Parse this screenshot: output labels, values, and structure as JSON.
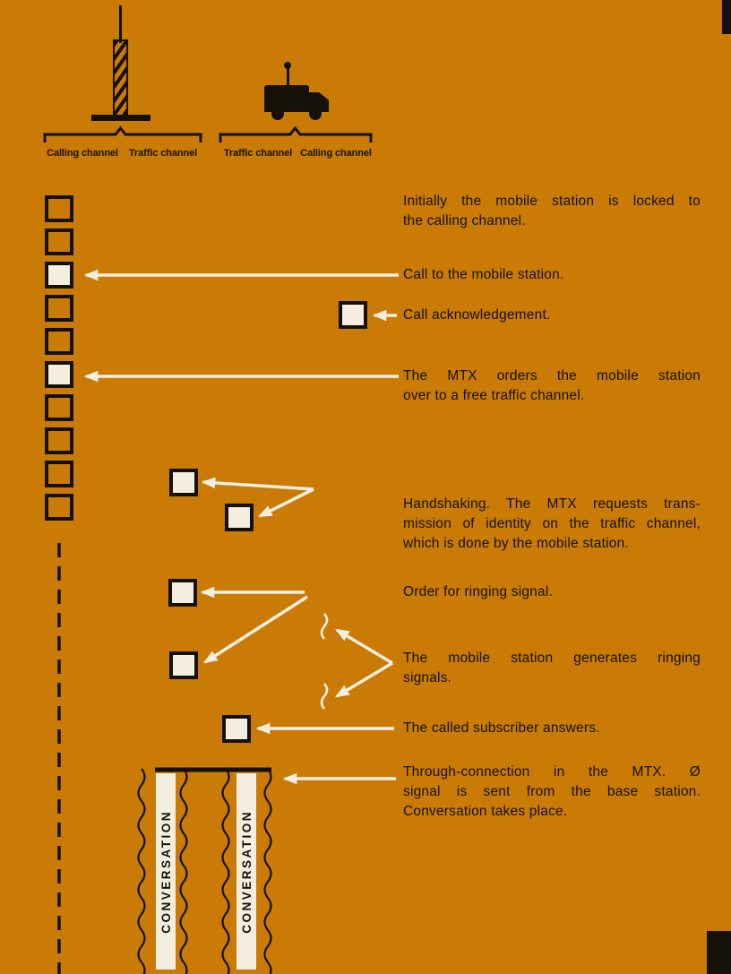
{
  "page": {
    "colors": {
      "bg": "#c97b06",
      "ink": "#15100a",
      "paper": "#f4eee0"
    }
  },
  "stations": {
    "base": {
      "channels": [
        "Calling channel",
        "Traffic channel"
      ]
    },
    "mobile": {
      "channels": [
        "Traffic channel",
        "Calling channel"
      ]
    }
  },
  "timeline": {
    "calling_channel_slots": [
      "empty",
      "empty",
      "filled",
      "empty",
      "empty",
      "filled",
      "empty",
      "empty",
      "empty",
      "empty"
    ]
  },
  "steps": [
    {
      "id": "locked",
      "lines": [
        "Initially the mobile station is locked to",
        "the calling channel."
      ]
    },
    {
      "id": "call",
      "lines": [
        "Call to the mobile station."
      ]
    },
    {
      "id": "ack",
      "lines": [
        "Call acknowledgement."
      ]
    },
    {
      "id": "mtx-order",
      "lines": [
        "The MTX orders the mobile station",
        "over to a free traffic channel."
      ]
    },
    {
      "id": "handshake",
      "lines": [
        "Handshaking. The MTX requests trans-",
        "mission of identity on the traffic channel,",
        "which is done by the mobile station."
      ]
    },
    {
      "id": "ring-order",
      "lines": [
        "Order for ringing signal."
      ]
    },
    {
      "id": "ring-generate",
      "lines": [
        "The mobile station generates ringing",
        "signals."
      ]
    },
    {
      "id": "answer",
      "lines": [
        "The called subscriber answers."
      ]
    },
    {
      "id": "through-connection",
      "lines": [
        "Through-connection in the MTX. Ø",
        "signal is sent from the base station.",
        "Conversation takes place."
      ]
    }
  ],
  "conversation": {
    "label": "CONVERSATION"
  }
}
